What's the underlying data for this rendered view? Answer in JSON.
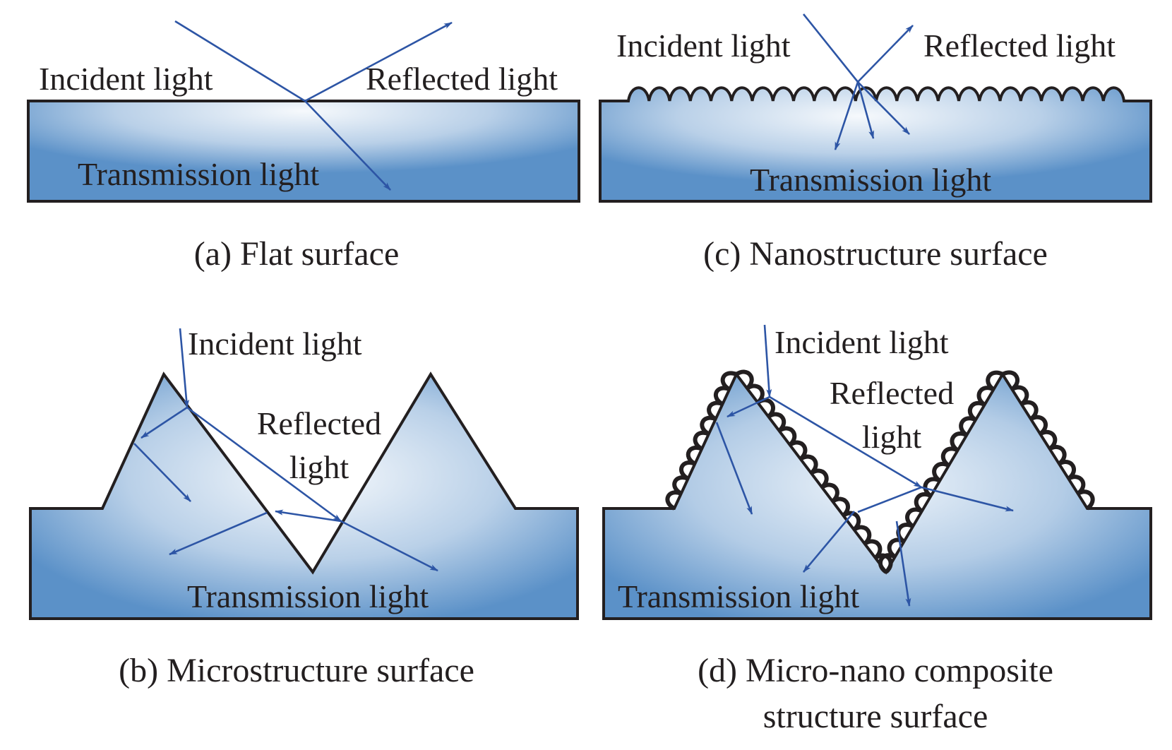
{
  "panels": {
    "a": {
      "caption": "(a) Flat surface",
      "incident": "Incident light",
      "reflected": "Reflected light",
      "transmission": "Transmission light"
    },
    "b": {
      "caption": "(b) Microstructure surface",
      "incident": "Incident light",
      "reflected_line1": "Reflected",
      "reflected_line2": "light",
      "transmission": "Transmission light"
    },
    "c": {
      "caption": "(c) Nanostructure surface",
      "incident": "Incident light",
      "reflected": "Reflected light",
      "transmission": "Transmission light"
    },
    "d": {
      "caption_line1": "(d) Micro-nano composite",
      "caption_line2": "structure surface",
      "incident": "Incident light",
      "reflected_line1": "Reflected",
      "reflected_line2": "light",
      "transmission": "Transmission light"
    }
  },
  "colors": {
    "material_center": "#f4f8fc",
    "material_edge": "#5b91c8",
    "ray": "#2d55a5",
    "outline": "#231f20"
  }
}
